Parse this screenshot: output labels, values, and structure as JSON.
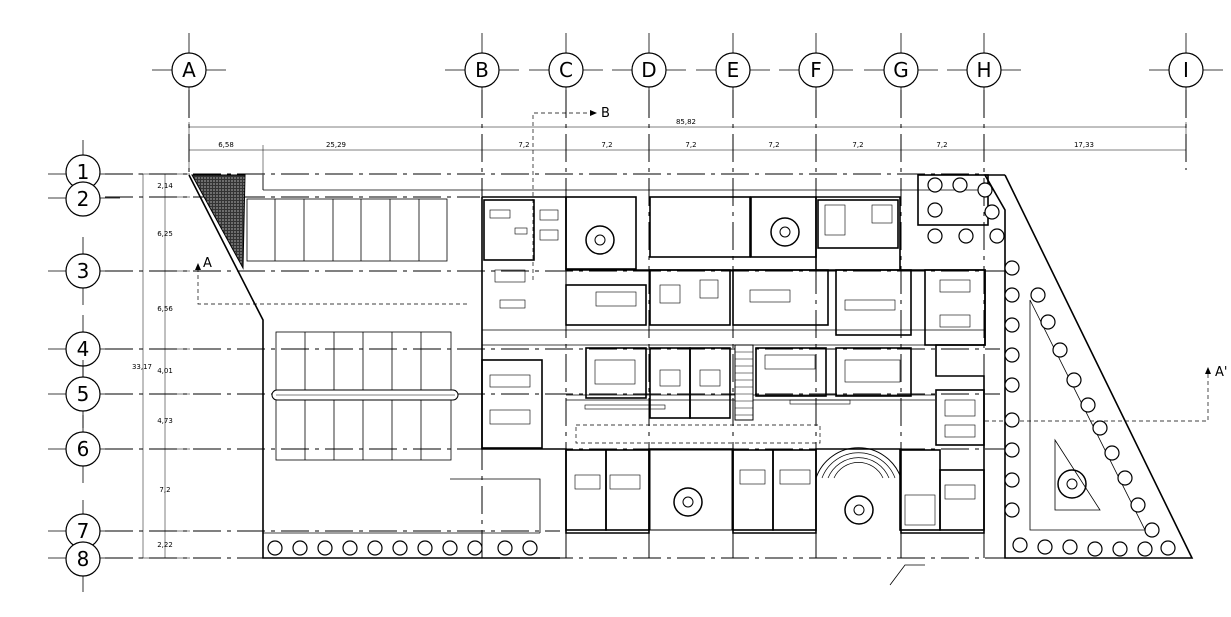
{
  "plan": {
    "grid_columns": [
      {
        "label": "A"
      },
      {
        "label": "B"
      },
      {
        "label": "C"
      },
      {
        "label": "D"
      },
      {
        "label": "E"
      },
      {
        "label": "F"
      },
      {
        "label": "G"
      },
      {
        "label": "H"
      },
      {
        "label": "I"
      }
    ],
    "grid_rows": [
      {
        "label": "1"
      },
      {
        "label": "2"
      },
      {
        "label": "3"
      },
      {
        "label": "4"
      },
      {
        "label": "5"
      },
      {
        "label": "6"
      },
      {
        "label": "7"
      },
      {
        "label": "8"
      }
    ],
    "overall_width_dim": "85,82",
    "horizontal_dims": [
      "6,58",
      "25,29",
      "7,2",
      "7,2",
      "7,2",
      "7,2",
      "7,2",
      "7,2",
      "17,33"
    ],
    "overall_height_dim": "33,17",
    "vertical_dims": [
      "2,14",
      "6,25",
      "6,56",
      "4,01",
      "4,73",
      "7,2",
      "2,22"
    ],
    "section_marks": {
      "a_left": "A",
      "a_right": "A'",
      "b": "B"
    }
  }
}
